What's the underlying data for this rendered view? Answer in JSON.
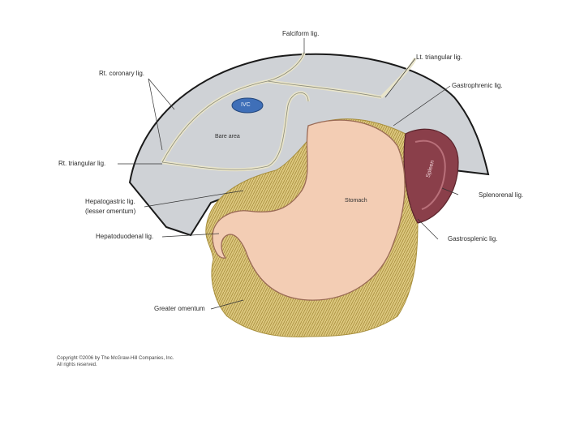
{
  "labels": {
    "falciform": "Falciform lig.",
    "lt_triangular": "Lt. triangular lig.",
    "rt_coronary": "Rt. coronary lig.",
    "gastrophrenic": "Gastrophrenic lig.",
    "ivc": "IVC",
    "bare_area": "Bare area",
    "rt_triangular": "Rt. triangular lig.",
    "stomach": "Stomach",
    "spleen": "Spleen",
    "splenorenal": "Splenorenal lig.",
    "hepatogastric": "Hepatogastric lig.",
    "lesser_omentum": "(lesser omentum)",
    "hepatoduodenal": "Hepatoduodenal lig.",
    "gastrosplenic": "Gastrosplenic lig.",
    "greater_omentum": "Greater omentum"
  },
  "copyright": {
    "line1": "Copyright ©2006 by The McGraw-Hill Companies, Inc.",
    "line2": "All rights reserved."
  },
  "colors": {
    "liver_surface": "#cfd2d6",
    "liver_outline": "#1a1a1a",
    "ligament": "#e6e2c8",
    "ivc": "#3f6fb8",
    "stomach": "#f3cdb4",
    "stomach_outline": "#9a6a55",
    "omentum": "#d9c47a",
    "omentum_dark": "#a88f3c",
    "spleen": "#8a3f4a",
    "spleen_light": "#b9707a"
  }
}
